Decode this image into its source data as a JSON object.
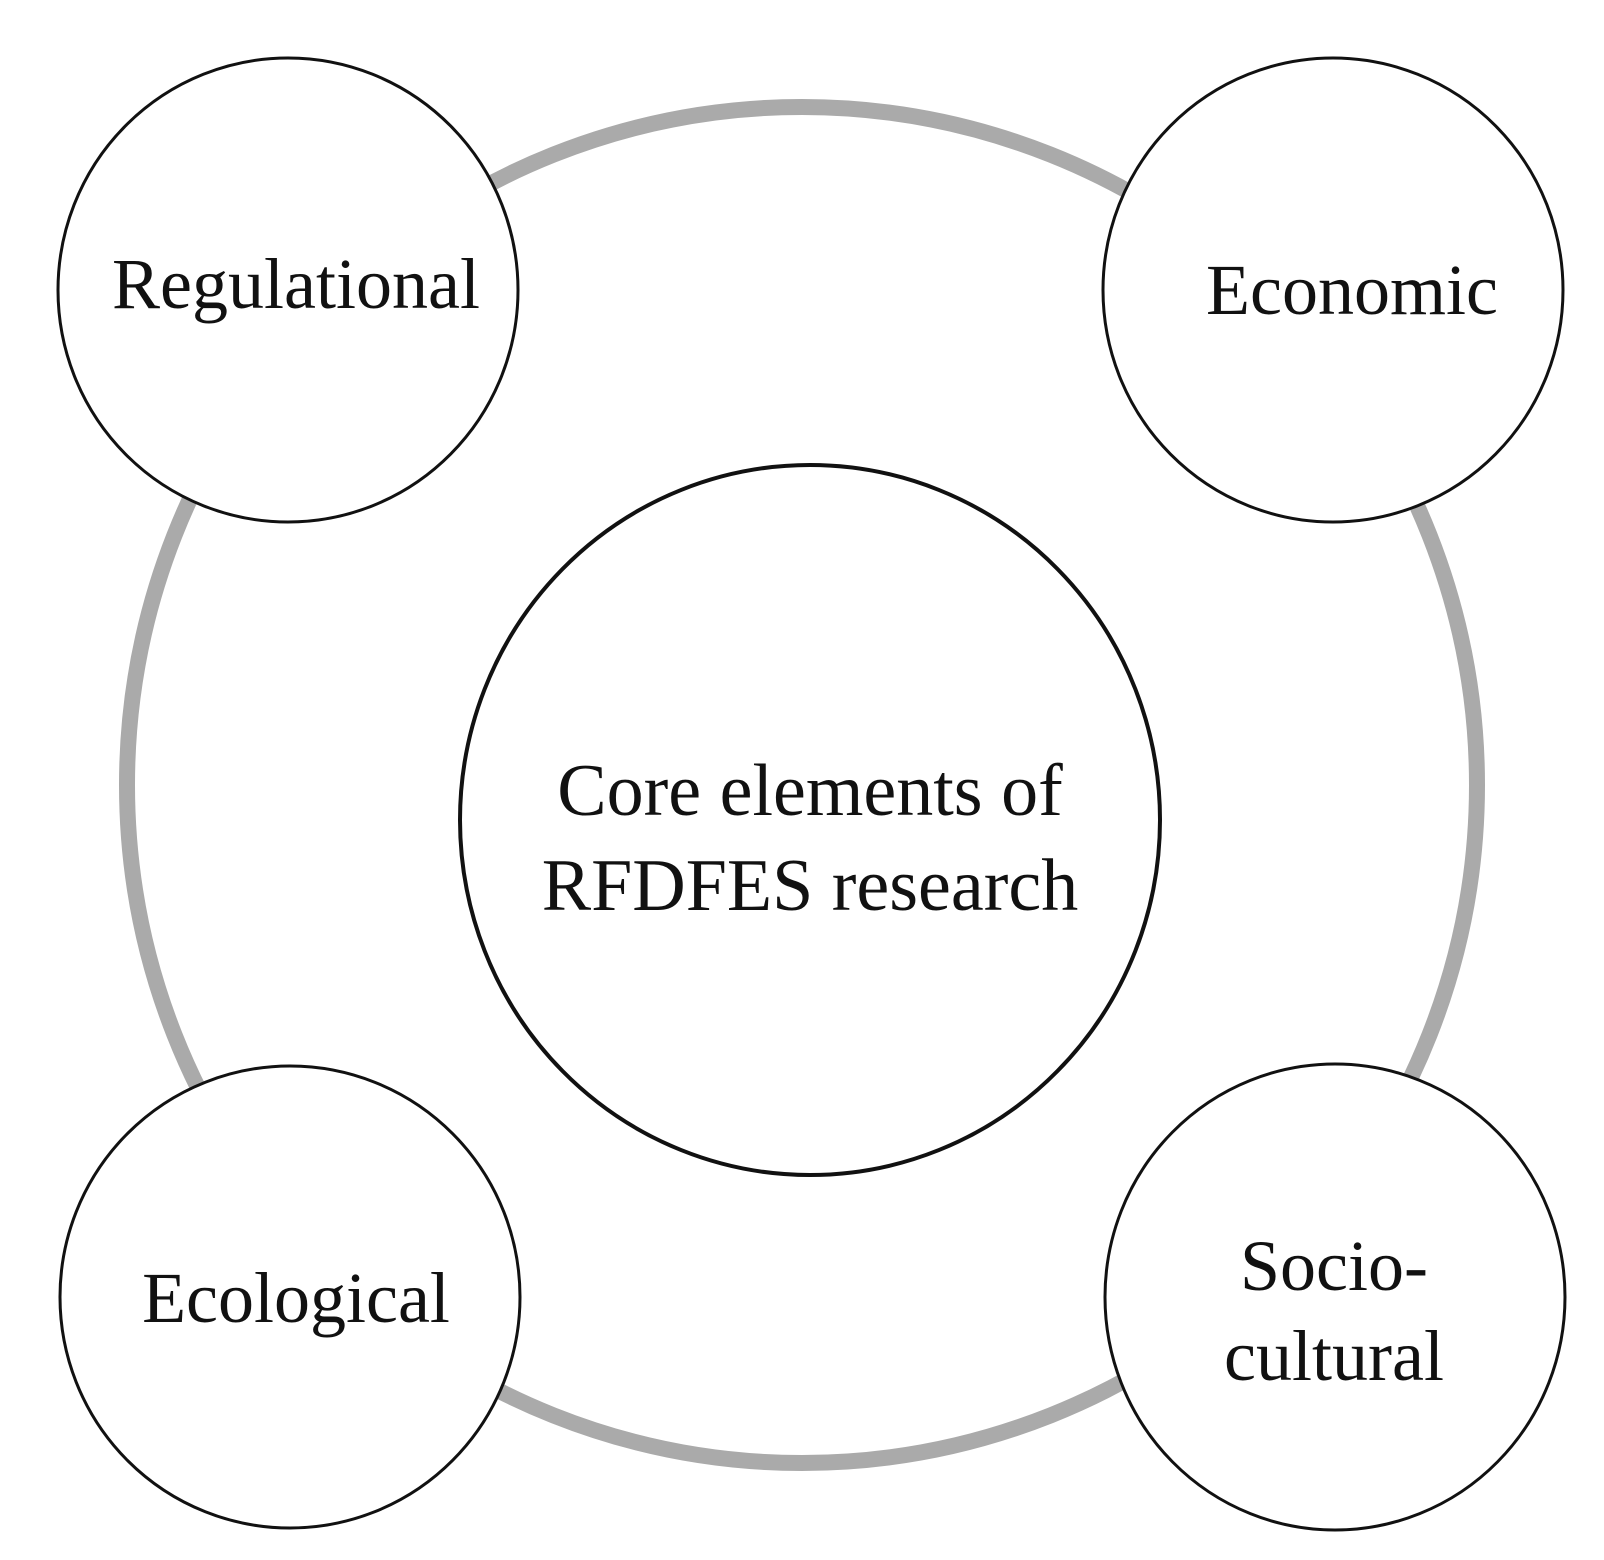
{
  "diagram": {
    "center": {
      "line1": "Core elements of",
      "line2": "RFDFES research"
    },
    "nodes": {
      "regulational": "Regulational",
      "economic": "Economic",
      "ecological": "Ecological",
      "sociocultural_line1": "Socio-",
      "sociocultural_line2": "cultural"
    },
    "colors": {
      "ring": "#aaaaaa",
      "circle_stroke": "#111111",
      "circle_fill": "#ffffff",
      "text": "#111111"
    }
  }
}
